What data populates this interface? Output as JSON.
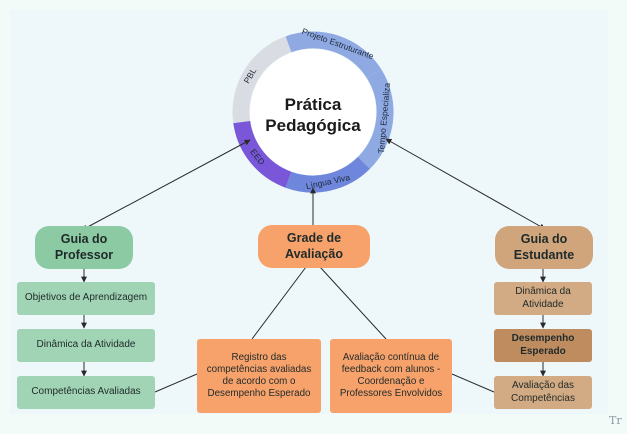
{
  "center": {
    "title_line1": "Prática",
    "title_line2": "Pedagógica",
    "segments": [
      {
        "label": "Projeto Estruturante",
        "color": "#8fa9e3"
      },
      {
        "label": "Tempo Especializa",
        "color": "#8fa9e3"
      },
      {
        "label": "Língua Viva",
        "color": "#6f86dd"
      },
      {
        "label": "EED",
        "color": "#7a57d8"
      },
      {
        "label": "PBL",
        "color": "#d9dde3"
      }
    ]
  },
  "professor": {
    "title": "Guia do Professor",
    "color": "#8ccaa3",
    "items": [
      "Objetivos de Aprendizagem",
      "Dinâmica da Atividade",
      "Competências Avaliadas"
    ]
  },
  "grade": {
    "title": "Grade de Avaliação",
    "color": "#f7a26b",
    "items": [
      "Registro das competências avaliadas de acordo com o Desempenho Esperado",
      "Avaliação contínua de feedback com alunos - Coordenação e Professores Envolvidos"
    ]
  },
  "estudante": {
    "title": "Guia do Estudante",
    "color": "#d0a57c",
    "items": [
      "Dinâmica da Atividade",
      "Desempenho Esperado",
      "Avaliação das Competências"
    ],
    "emphasis": "Desempenho Esperado"
  },
  "watermark": "Tr"
}
